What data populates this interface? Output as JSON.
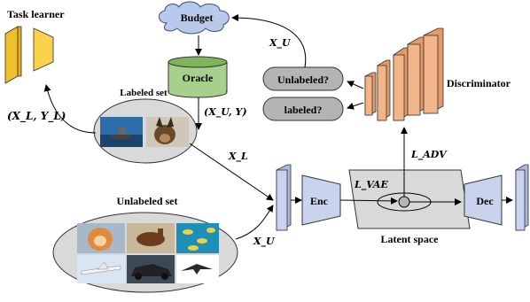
{
  "task_learner": {
    "title": "Task learner",
    "label": "(X_L, Y_L)"
  },
  "budget": {
    "label": "Budget"
  },
  "oracle": {
    "label": "Oracle",
    "output": "(X_U, Y)"
  },
  "budget_arrow_label": "X_U",
  "labeled_set": {
    "title": "Labeled set"
  },
  "unlabeled_set": {
    "title": "Unlabeled set"
  },
  "xl_label": "X_L",
  "xu_label": "X_U",
  "encoder": {
    "label": "Enc"
  },
  "decoder": {
    "label": "Dec"
  },
  "latent": {
    "title": "Latent space",
    "vae_loss": "L_VAE"
  },
  "discriminator": {
    "title": "Discriminator",
    "outputs": [
      "Unlabeled?",
      "labeled?"
    ],
    "adv_loss": "L_ADV"
  },
  "colors": {
    "yellow": "#f7d24a",
    "orange": "#f2b58a",
    "blue_block": "#c9d3ee",
    "cloud": "#b9c9ea",
    "oracle_green": "#a8d08d",
    "set_gray": "#d9d9d9",
    "pill_gray": "#b4b4b4"
  }
}
